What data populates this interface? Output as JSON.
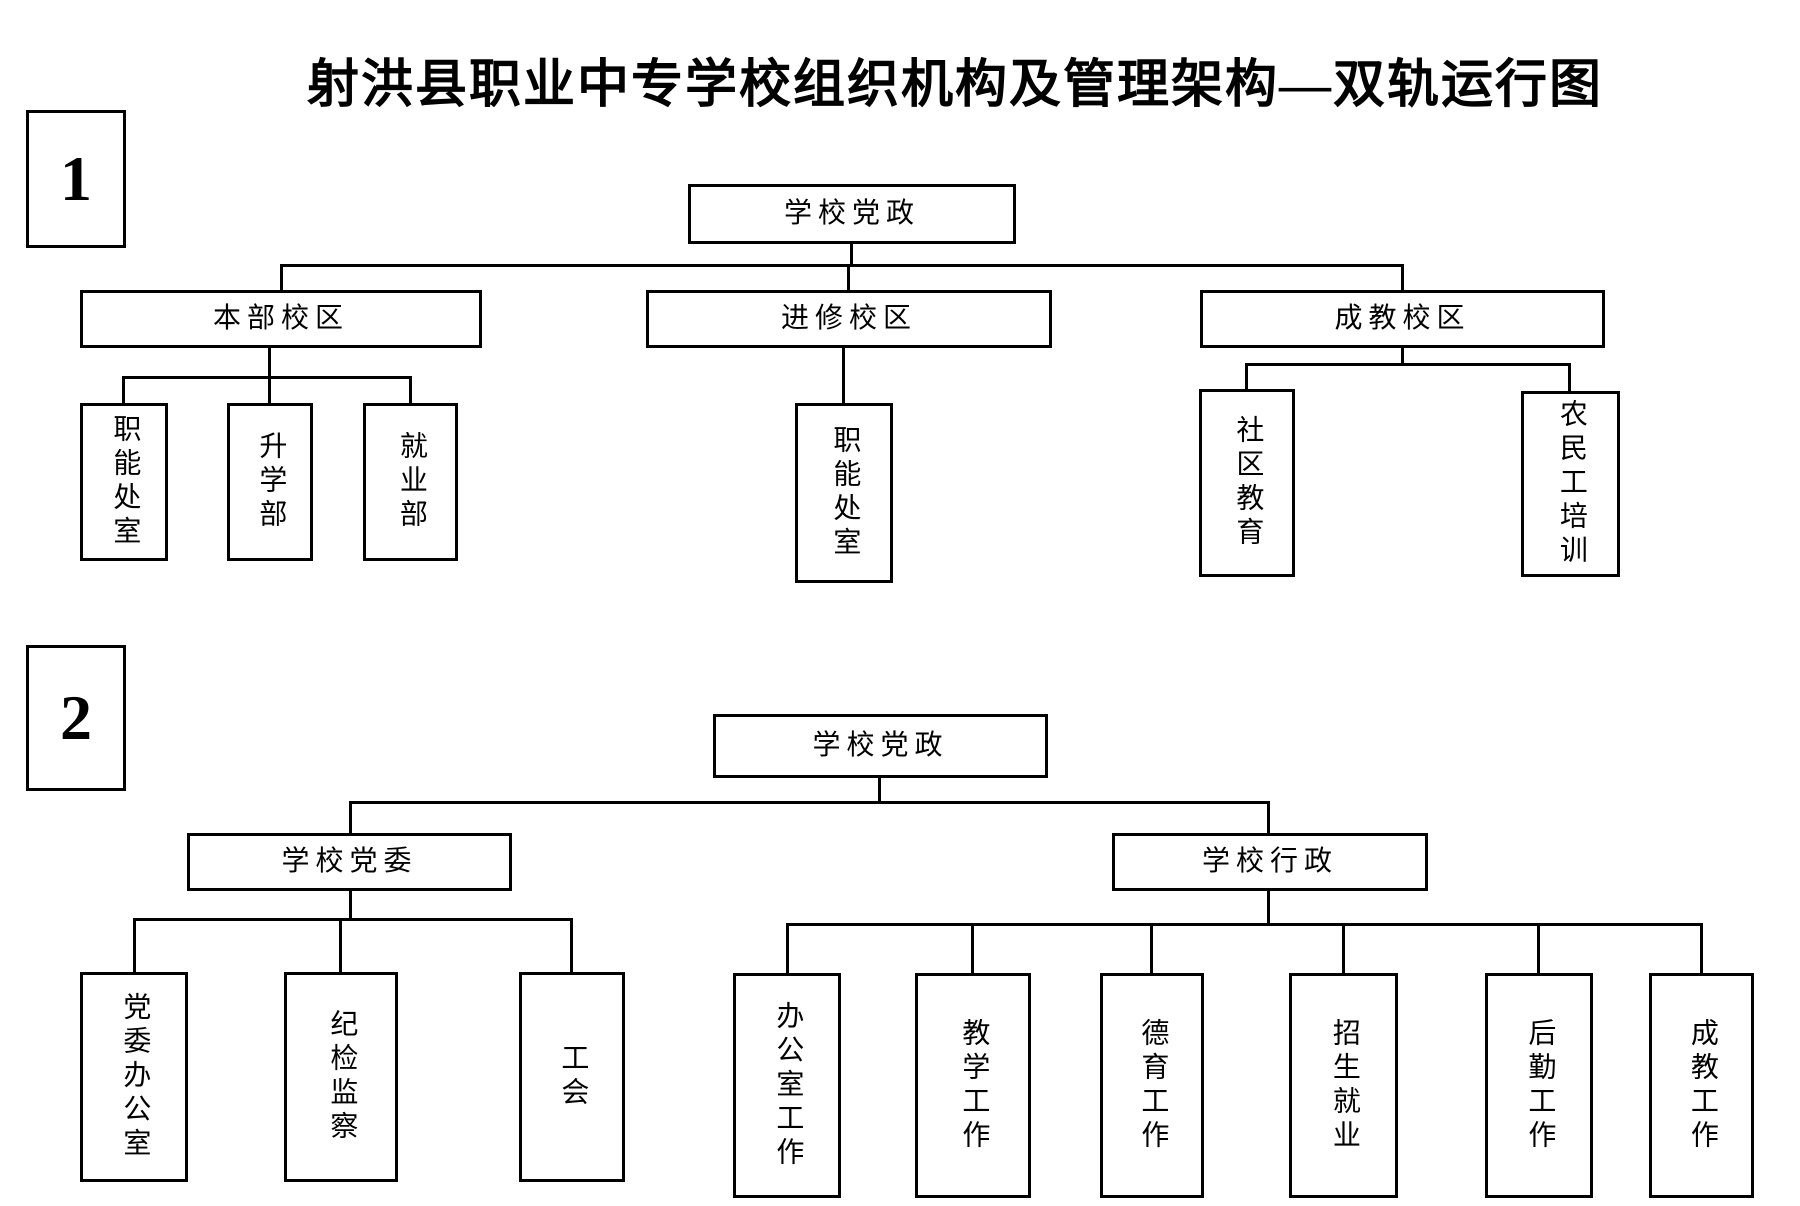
{
  "title": "射洪县职业中专学校组织机构及管理架构—双轨运行图",
  "diagram1": {
    "label": "1",
    "root": "学校党政",
    "campuses": [
      {
        "name": "本部校区",
        "children": [
          "职能处室",
          "升学部",
          "就业部"
        ]
      },
      {
        "name": "进修校区",
        "children": [
          "职能处室"
        ]
      },
      {
        "name": "成教校区",
        "children": [
          "社区教育",
          "农民工培训"
        ]
      }
    ]
  },
  "diagram2": {
    "label": "2",
    "root": "学校党政",
    "branches": [
      {
        "name": "学校党委",
        "children": [
          "党委办公室",
          "纪检监察",
          "工会"
        ]
      },
      {
        "name": "学校行政",
        "children": [
          "办公室工作",
          "教学工作",
          "德育工作",
          "招生就业",
          "后勤工作",
          "成教工作"
        ]
      }
    ]
  }
}
